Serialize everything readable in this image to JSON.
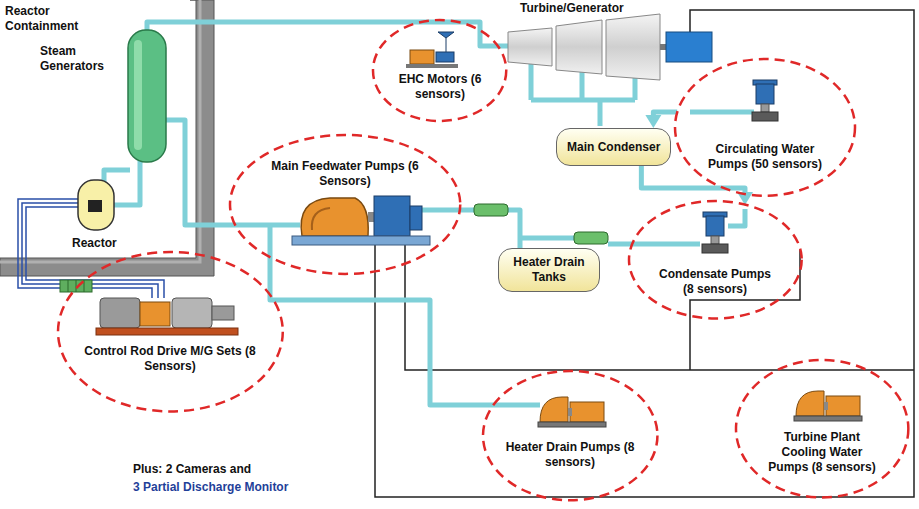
{
  "diagram": {
    "nodes": [
      {
        "text": [
          "EHC Motors (6 sensors)"
        ]
      },
      {
        "text": [
          "Main Feedwater Pumps (6 Sensors)"
        ]
      },
      {
        "text": [
          "Circulating Water Pumps (50 sensors)"
        ]
      },
      {
        "text": [
          "Main Condenser"
        ]
      },
      {
        "text": [
          "Condensate Pumps (8 sensors)"
        ]
      },
      {
        "text": [
          "Heater Drain Tanks"
        ]
      },
      {
        "text": [
          "Control Rod Drive M/G Sets (8 Sensors)"
        ]
      },
      {
        "text": [
          "Heater Drain Pumps (8 sensors)"
        ]
      },
      {
        "text": [
          "Turbine Plant Cooling Water Pumps (8 sensors)"
        ]
      }
    ],
    "edges": [
      {
        "from": 2,
        "to": 3,
        "arrow": "to"
      },
      {
        "from": 3,
        "to": 4,
        "arrow": "to"
      }
    ],
    "labels": [
      "Reactor Containment",
      "Steam Generators",
      "Reactor",
      "Turbine/Generator",
      "Plus: 2 Cameras and",
      "3 Partial Discharge Monitor"
    ]
  }
}
